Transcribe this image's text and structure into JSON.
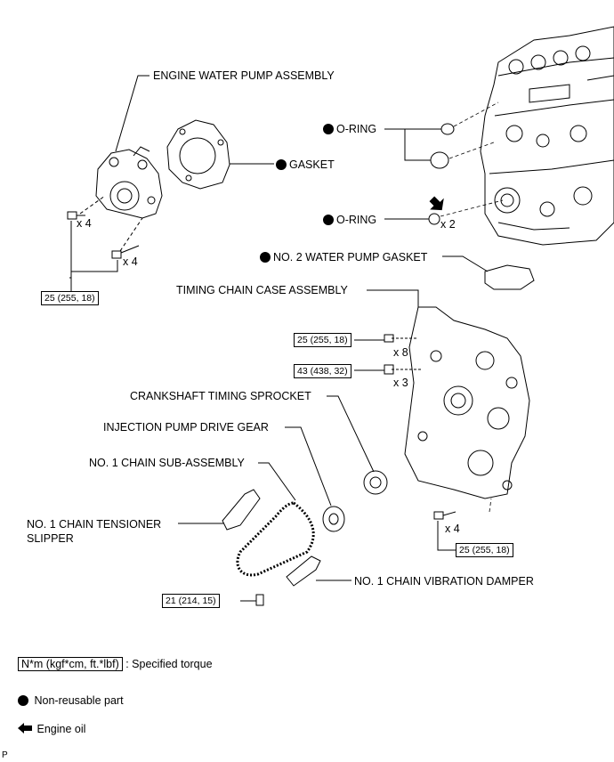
{
  "labels": {
    "water_pump": "ENGINE WATER PUMP ASSEMBLY",
    "gasket": "GASKET",
    "o_ring_1": "O-RING",
    "o_ring_2": "O-RING",
    "no2_gasket": "NO. 2 WATER PUMP GASKET",
    "timing_case": "TIMING CHAIN CASE ASSEMBLY",
    "crank_sprocket": "CRANKSHAFT TIMING SPROCKET",
    "injection_gear": "INJECTION PUMP DRIVE GEAR",
    "chain": "NO. 1 CHAIN SUB-ASSEMBLY",
    "tensioner_1": "NO. 1 CHAIN TENSIONER",
    "tensioner_2": "SLIPPER",
    "damper": "NO. 1 CHAIN VIBRATION DAMPER"
  },
  "quantities": {
    "pump_bolt_a": "x 4",
    "pump_bolt_b": "x 4",
    "o_ring": "x 2",
    "case_bolt_a": "x 8",
    "case_bolt_b": "x 3",
    "lower_bolt": "x 4"
  },
  "torques": {
    "pump": "25 (255, 18)",
    "case_a": "25 (255, 18)",
    "case_b": "43 (438, 32)",
    "lower": "25 (255, 18)",
    "damper": "21 (214, 15)"
  },
  "legend": {
    "torque_unit": "N*m (kgf*cm, ft.*lbf)",
    "torque_text": ": Specified torque",
    "nonreusable": "Non-reusable part",
    "engine_oil": "Engine oil"
  },
  "footer_mark": "P"
}
